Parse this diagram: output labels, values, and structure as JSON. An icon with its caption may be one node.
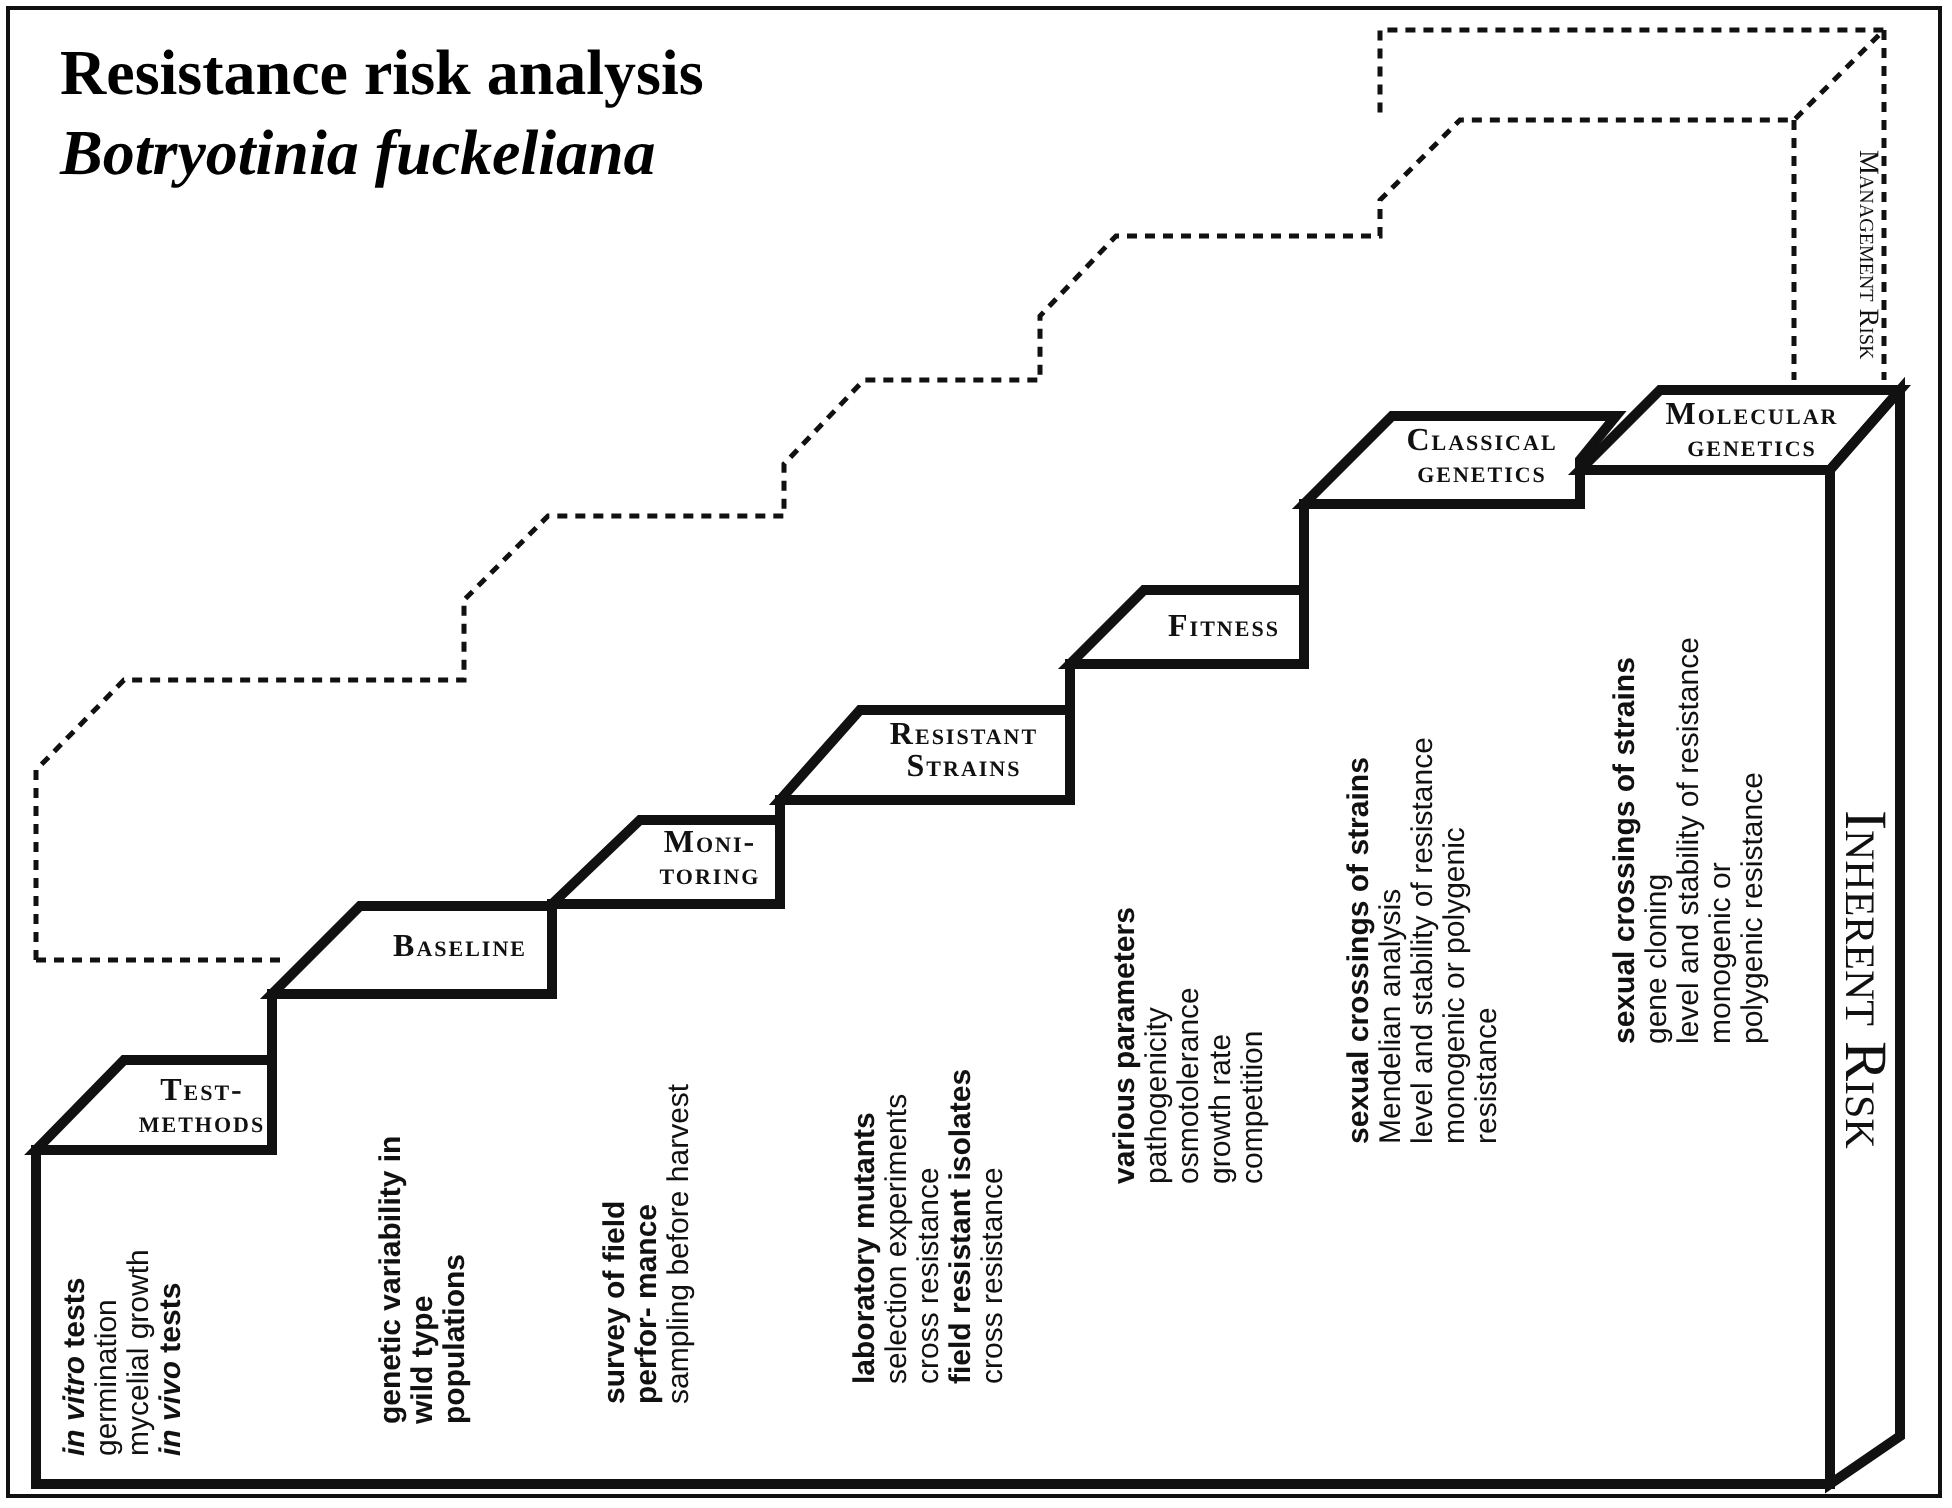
{
  "diagram": {
    "title": "Resistance risk analysis",
    "nodes": [
      {
        "text": [
          "Test-methods"
        ]
      },
      {
        "text": [
          "Baseline"
        ]
      },
      {
        "text": [
          "Moni- toring"
        ]
      },
      {
        "text": [
          "Resistant Strains"
        ]
      },
      {
        "text": [
          "Fitness"
        ]
      },
      {
        "text": [
          "Classical genetics"
        ]
      },
      {
        "text": [
          "Molecular genetics"
        ]
      },
      {
        "text": [
          "Inherent Risk"
        ]
      },
      {
        "text": [
          "Management Risk"
        ]
      }
    ],
    "labels": [
      "Botryotinia fuckeliana",
      "*in vitro* tests",
      "germination",
      "mycelial growth",
      "*in vivo* tests",
      "genetic variability in wild type populations",
      "survey of field perfor- mance",
      "sampling before harvest",
      "laboratory mutants",
      "selection experiments",
      "cross resistance",
      "field resistant isolates",
      "cross resistance",
      "various parameters",
      "pathogenicity",
      "osmotolerance",
      "growth rate",
      "competition",
      "sexual crossings of strains",
      "Mendelian analysis",
      "level and stability of resistance",
      "monogenic or polygenic resistance",
      "sexual crossings of strains",
      "gene cloning",
      "level and stability of resistance",
      "monogenic or polygenic resistance"
    ]
  }
}
